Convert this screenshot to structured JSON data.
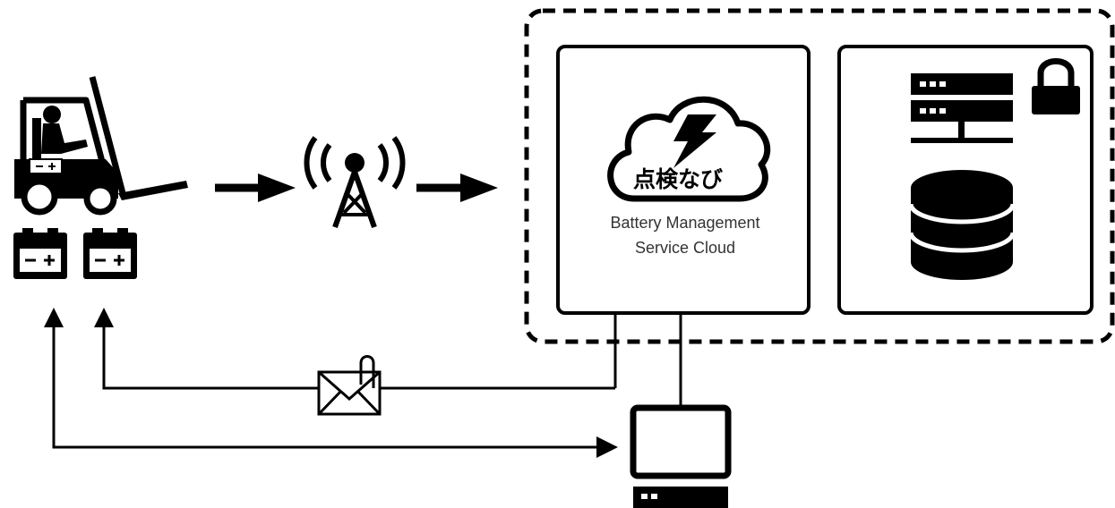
{
  "diagram": {
    "cloud_service": {
      "icon_text": "点検なび",
      "caption_line1": "Battery Management",
      "caption_line2": "Service Cloud"
    },
    "icons": {
      "forklift": "forklift-icon",
      "battery": "battery-icon",
      "antenna": "antenna-tower-icon",
      "cloud": "cloud-lightning-icon",
      "server": "server-rack-icon",
      "database": "database-icon",
      "lock": "lock-icon",
      "email": "email-attachment-icon",
      "terminal": "computer-terminal-icon"
    },
    "colors": {
      "stroke": "#000000",
      "fill": "#000000",
      "background": "#ffffff",
      "text": "#333333"
    }
  }
}
